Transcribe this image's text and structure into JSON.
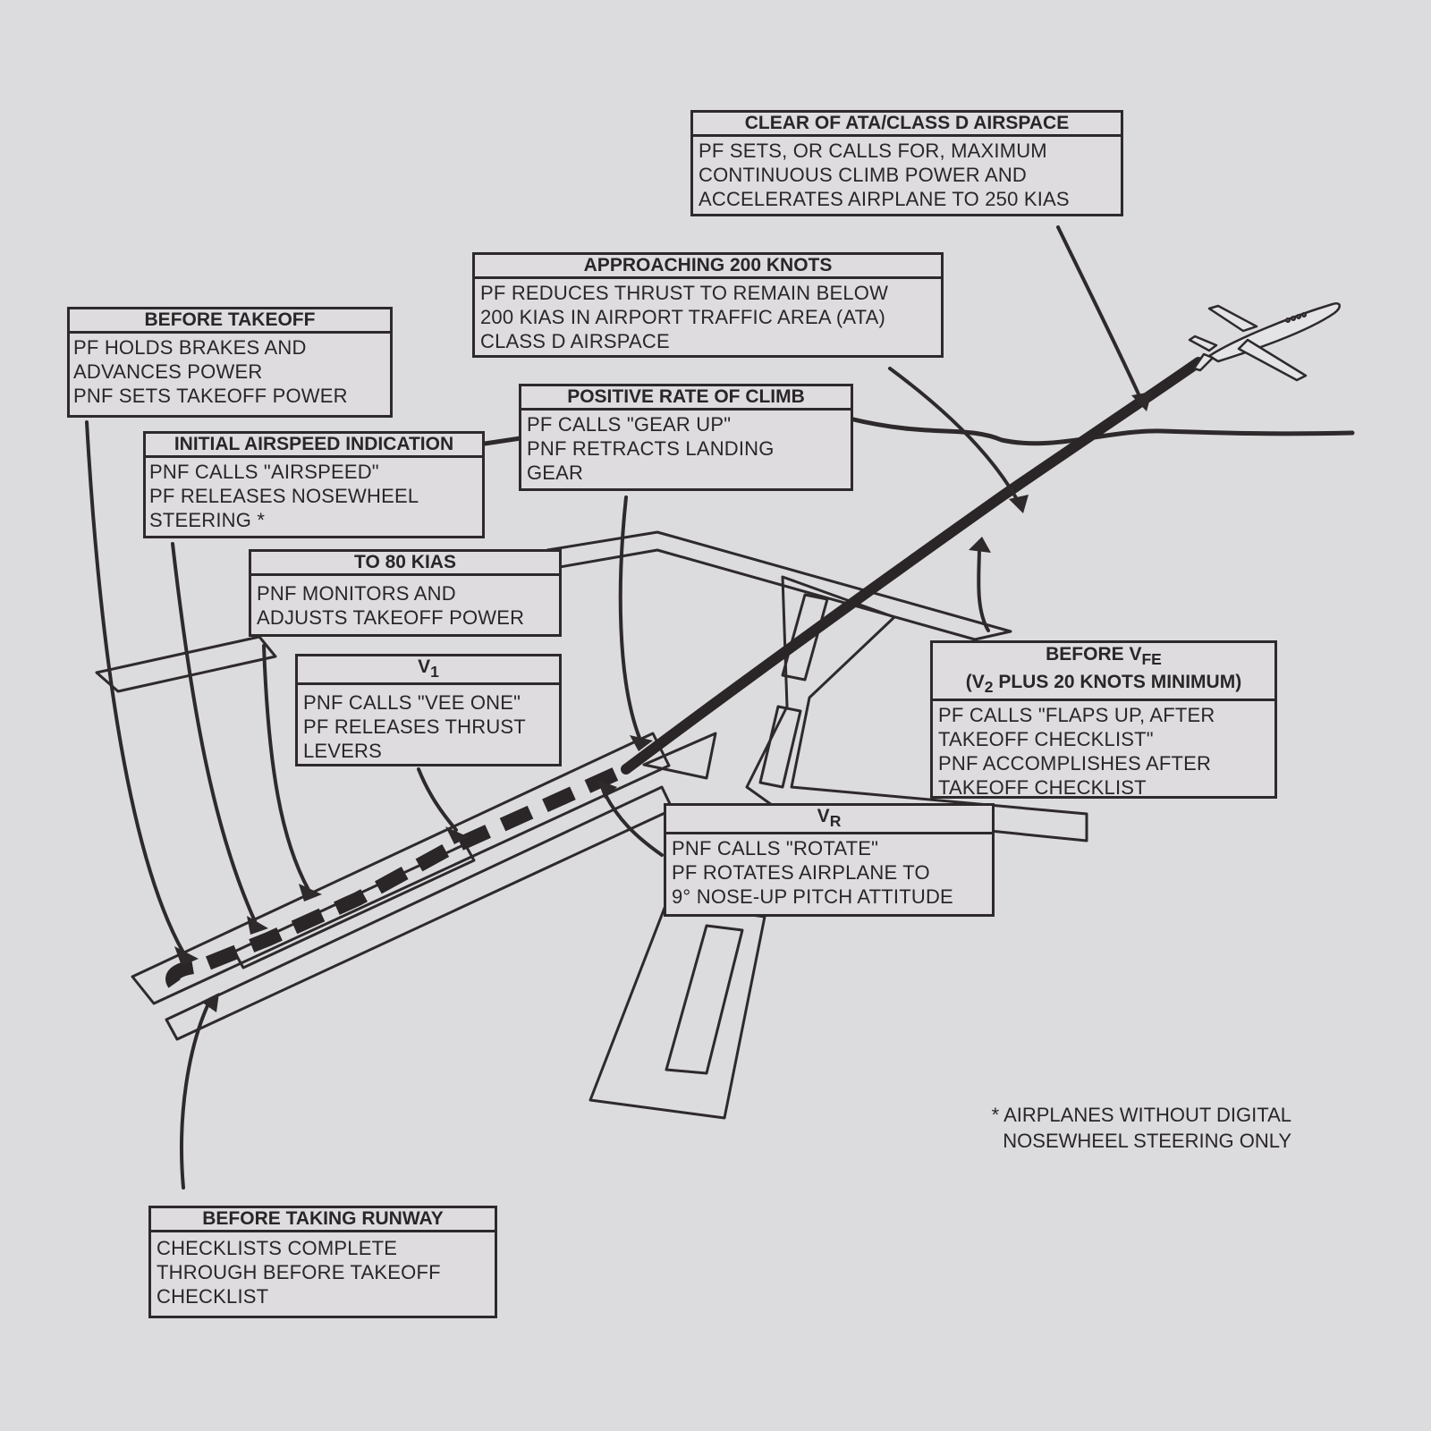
{
  "colors": {
    "ink": "#2e2a2c",
    "paper": "#dcdbdd"
  },
  "icons": [
    "jet-airplane-icon"
  ],
  "boxes": {
    "clear_ata": {
      "title": "CLEAR OF ATA/CLASS D AIRSPACE",
      "lines": [
        "PF SETS, OR CALLS FOR, MAXIMUM",
        "CONTINUOUS CLIMB POWER AND",
        "ACCELERATES AIRPLANE TO 250 KIAS"
      ]
    },
    "approaching_200": {
      "title": "APPROACHING 200 KNOTS",
      "lines": [
        "PF REDUCES THRUST TO REMAIN BELOW",
        "200 KIAS IN AIRPORT TRAFFIC AREA (ATA)",
        "CLASS D AIRSPACE"
      ]
    },
    "before_takeoff": {
      "title": "BEFORE TAKEOFF",
      "lines": [
        "PF HOLDS BRAKES AND",
        "ADVANCES POWER",
        "PNF SETS TAKEOFF POWER"
      ]
    },
    "positive_rate": {
      "title": "POSITIVE RATE OF CLIMB",
      "lines": [
        "PF CALLS \"GEAR UP\"",
        "PNF RETRACTS LANDING",
        "GEAR"
      ]
    },
    "initial_airspeed": {
      "title": "INITIAL AIRSPEED INDICATION",
      "lines": [
        "PNF CALLS \"AIRSPEED\"",
        "PF RELEASES NOSEWHEEL",
        "STEERING *"
      ]
    },
    "to_80": {
      "title": "TO 80 KIAS",
      "lines": [
        "PNF MONITORS AND",
        "ADJUSTS TAKEOFF POWER"
      ]
    },
    "v1": {
      "title": "V",
      "title_sub": "1",
      "lines": [
        "PNF CALLS \"VEE ONE\"",
        "PF RELEASES THRUST",
        "LEVERS"
      ]
    },
    "before_vfe": {
      "title": "BEFORE V",
      "title_sub": "FE",
      "title2_pre": "(V",
      "title2_sub": "2",
      "title2_post": " PLUS 20 KNOTS MINIMUM)",
      "lines": [
        "PF CALLS \"FLAPS UP, AFTER",
        "TAKEOFF CHECKLIST\"",
        "PNF ACCOMPLISHES AFTER",
        "TAKEOFF CHECKLIST"
      ]
    },
    "vr": {
      "title": "V",
      "title_sub": "R",
      "lines": [
        "PNF CALLS \"ROTATE\"",
        "PF ROTATES AIRPLANE TO",
        "9° NOSE-UP PITCH ATTITUDE"
      ]
    },
    "before_runway": {
      "title": "BEFORE TAKING RUNWAY",
      "lines": [
        "CHECKLISTS COMPLETE",
        "THROUGH BEFORE TAKEOFF",
        "CHECKLIST"
      ]
    }
  },
  "footnote": [
    "* AIRPLANES WITHOUT DIGITAL",
    "NOSEWHEEL STEERING ONLY"
  ]
}
